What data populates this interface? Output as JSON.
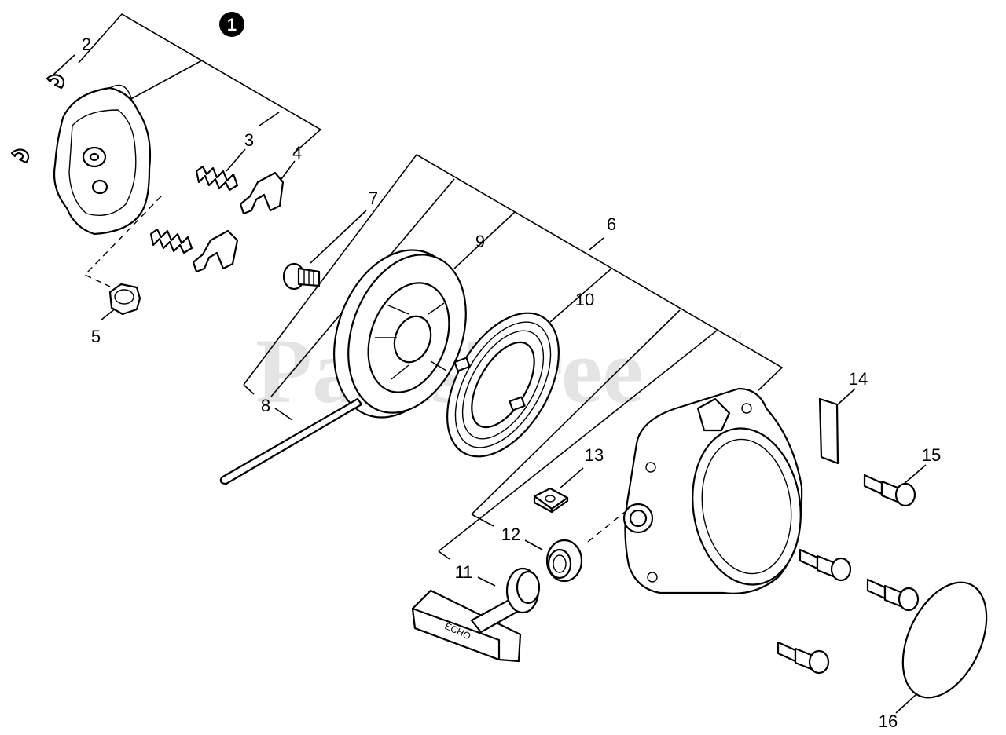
{
  "watermark": {
    "text": "PartsTree",
    "trademark": "TM"
  },
  "callouts": {
    "c1": "1",
    "c2": "2",
    "c3": "3",
    "c4": "4",
    "c5": "5",
    "c6": "6",
    "c7": "7",
    "c8": "8",
    "c9": "9",
    "c10": "10",
    "c11": "11",
    "c12": "12",
    "c13": "13",
    "c14": "14",
    "c15": "15",
    "c16": "16"
  },
  "handle_text": "ECHO",
  "colors": {
    "line": "#000000",
    "background": "#ffffff",
    "watermark": "#e4e4e4"
  }
}
